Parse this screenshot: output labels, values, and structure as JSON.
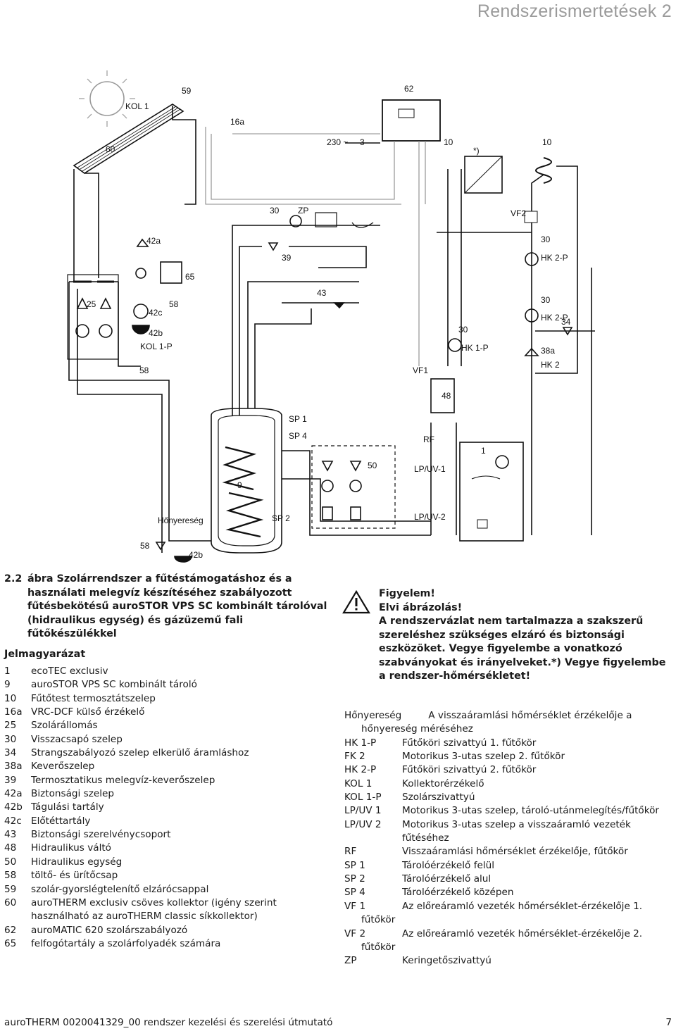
{
  "header": {
    "title": "Rendszerismertetések 2"
  },
  "diagram": {
    "labels": {
      "kol1": "KOL 1",
      "l59": "59",
      "l16a": "16a",
      "l60": "60",
      "l62": "62",
      "l230": "230 ~",
      "l3": "3",
      "l10a": "10",
      "star": "*)",
      "l10b": "10",
      "l30a": "30",
      "zp": "ZP",
      "vf2": "VF2",
      "l42a": "42a",
      "l30b": "30",
      "l39": "39",
      "hk2p_a": "HK 2-P",
      "l65": "65",
      "l25": "25",
      "l43": "43",
      "l58a": "58",
      "l42c": "42c",
      "l30c": "30",
      "hk2p_b": "HK 2-P",
      "l34": "34",
      "l42b_a": "42b",
      "l30d": "30",
      "kol1p": "KOL 1-P",
      "hk1p": "HK 1-P",
      "l38a": "38a",
      "hk2": "HK 2",
      "l58b": "58",
      "vf1": "VF1",
      "l48": "48",
      "sp1": "SP 1",
      "sp4": "SP 4",
      "rf": "RF",
      "l1": "1",
      "l50": "50",
      "lpuv1": "LP/UV-1",
      "l9": "9",
      "honyereseg": "Hőnyereség",
      "sp2": "SP 2",
      "lpuv2": "LP/UV-2",
      "l58c": "58",
      "l42b_b": "42b"
    }
  },
  "caption": {
    "number": "2.2",
    "text": "ábra Szolárrendszer a fűtéstámogatáshoz és a használati melegvíz készítéséhez szabályozott fűtésbekötésű auroSTOR VPS SC kombinált tárolóval (hidraulikus egység) és gázüzemű fali fűtőkészülékkel"
  },
  "legend": {
    "title": "Jelmagyarázat",
    "items": [
      {
        "code": "1",
        "desc": "ecoTEC exclusiv"
      },
      {
        "code": "9",
        "desc": "auroSTOR VPS SC kombinált tároló"
      },
      {
        "code": "10",
        "desc": "Fűtőtest termosztátszelep"
      },
      {
        "code": "16a",
        "desc": "VRC-DCF külső érzékelő"
      },
      {
        "code": "25",
        "desc": "Szolárállomás"
      },
      {
        "code": "30",
        "desc": "Visszacsapó szelep"
      },
      {
        "code": "34",
        "desc": "Strangszabályozó szelep elkerülő áramláshoz"
      },
      {
        "code": "38a",
        "desc": "Keverőszelep"
      },
      {
        "code": "39",
        "desc": "Termosztatikus melegvíz-keverőszelep"
      },
      {
        "code": "42a",
        "desc": "Biztonsági szelep"
      },
      {
        "code": "42b",
        "desc": "Tágulási tartály"
      },
      {
        "code": "42c",
        "desc": "Előtéttartály"
      },
      {
        "code": "43",
        "desc": "Biztonsági szerelvénycsoport"
      },
      {
        "code": "48",
        "desc": "Hidraulikus váltó"
      },
      {
        "code": "50",
        "desc": "Hidraulikus egység"
      },
      {
        "code": "58",
        "desc": "töltő- és ürítőcsap"
      },
      {
        "code": "59",
        "desc": "szolár-gyorslégtelenítő elzárócsappal"
      },
      {
        "code": "60",
        "desc": "auroTHERM exclusiv csöves kollektor (igény szerint használható az auroTHERM classic síkkollektor)"
      },
      {
        "code": "62",
        "desc": "auroMATIC 620 szolárszabályozó"
      },
      {
        "code": "65",
        "desc": "felfogótartály a szolárfolyadék számára"
      }
    ]
  },
  "warning": {
    "heading": "Figyelem!",
    "sub": "Elvi ábrázolás!",
    "body": "A rendszervázlat nem tartalmazza a szakszerű szereléshez szükséges elzáró és biztonsági eszközöket. Vegye figyelembe a vonatkozó szabványokat és irányelveket.*) Vegye figyelembe a rendszer-hőmérsékletet!",
    "icon": "warning-triangle-icon"
  },
  "abbreviations": [
    {
      "code": "Hőnyereség",
      "desc": "A visszaáramlási hőmérséklet érzékelője a",
      "cont": "hőnyereség méréséhez"
    },
    {
      "code": "HK 1-P",
      "desc": "Fűtőköri szivattyú 1. fűtőkör"
    },
    {
      "code": "FK 2",
      "desc": "Motorikus 3-utas szelep 2. fűtőkör"
    },
    {
      "code": "HK 2-P",
      "desc": "Fűtőköri szivattyú 2. fűtőkör"
    },
    {
      "code": "KOL 1",
      "desc": "Kollektorérzékelő"
    },
    {
      "code": "KOL 1-P",
      "desc": "Szolárszivattyú"
    },
    {
      "code": "LP/UV 1",
      "desc": "Motorikus 3-utas szelep, tároló-utánmelegítés/fűtőkör"
    },
    {
      "code": "LP/UV 2",
      "desc": "Motorikus 3-utas szelep a visszaáramló vezeték",
      "desc2": "fűtéséhez"
    },
    {
      "code": "RF",
      "desc": "Visszaáramlási hőmérséklet érzékelője, fűtőkör"
    },
    {
      "code": "SP 1",
      "desc": "Tárolóérzékelő felül"
    },
    {
      "code": "SP 2",
      "desc": "Tárolóérzékelő alul"
    },
    {
      "code": "SP 4",
      "desc": "Tárolóérzékelő középen"
    },
    {
      "code": "VF 1",
      "desc": "Az előreáramló vezeték hőmérséklet-érzékelője 1.",
      "cont": "fűtőkör"
    },
    {
      "code": "VF 2",
      "desc": "Az előreáramló vezeték hőmérséklet-érzékelője 2.",
      "cont": "fűtőkör"
    },
    {
      "code": "ZP",
      "desc": "Keringetőszivattyú"
    }
  ],
  "footer": {
    "left": "auroTHERM 0020041329_00 rendszer kezelési és szerelési útmutató",
    "page": "7"
  }
}
